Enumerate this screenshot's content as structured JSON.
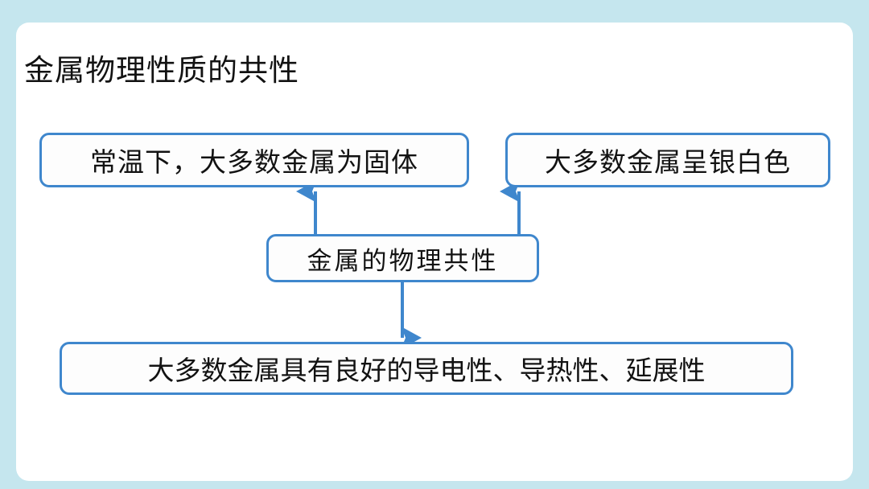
{
  "slide": {
    "title": "金属物理性质的共性",
    "background_color": "#c5e6ee",
    "card_color": "#ffffff",
    "accent_color": "#3f87cd",
    "text_color": "#121212"
  },
  "diagram": {
    "type": "concept-map",
    "center_node": {
      "id": "center",
      "label": "金属的物理共性"
    },
    "branch_nodes": [
      {
        "id": "solid",
        "label": "常温下，大多数金属为固体",
        "position": "top-left",
        "arrow_from_center": "up"
      },
      {
        "id": "silver",
        "label": "大多数金属呈银白色",
        "position": "top-right",
        "arrow_from_center": "up"
      },
      {
        "id": "conduct",
        "label": "大多数金属具有良好的导电性、导热性、延展性",
        "position": "bottom",
        "arrow_from_center": "down"
      }
    ],
    "connectors": [
      {
        "name": "center-to-solid",
        "direction": "up",
        "icon": "arrow-up-icon"
      },
      {
        "name": "center-to-silver",
        "direction": "up",
        "icon": "arrow-up-icon"
      },
      {
        "name": "center-to-conduct",
        "direction": "down",
        "icon": "arrow-down-icon"
      }
    ]
  }
}
